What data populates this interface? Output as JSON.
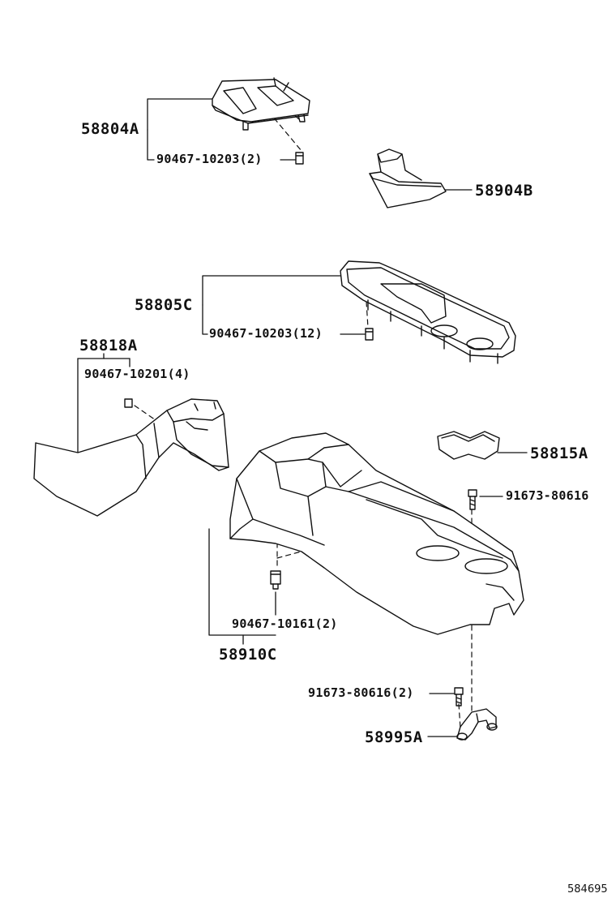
{
  "labels": {
    "p58804A": "58804A",
    "c1": "90467-10203(2)",
    "p58904B": "58904B",
    "p58805C": "58805C",
    "c2": "90467-10203(12)",
    "p58818A": "58818A",
    "c3": "90467-10201(4)",
    "p58815A": "58815A",
    "b1": "91673-80616",
    "c4": "90467-10161(2)",
    "p58910C": "58910C",
    "b2": "91673-80616(2)",
    "p58995A": "58995A"
  },
  "figure_id": "584695",
  "colors": {
    "ink": "#111111",
    "background": "#ffffff"
  }
}
